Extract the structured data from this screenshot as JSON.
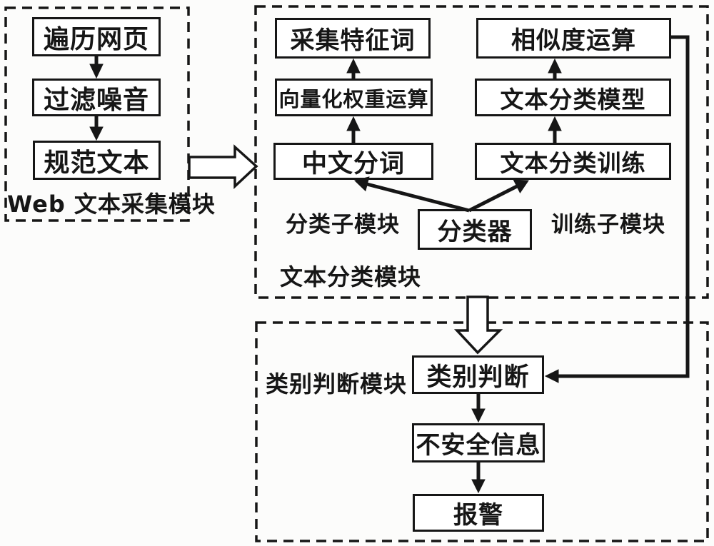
{
  "modules": {
    "web": {
      "label": "Web 文本采集模块",
      "nodes": {
        "traverse": {
          "label": "遍历网页"
        },
        "filter": {
          "label": "过滤噪音"
        },
        "normalize": {
          "label": "规范文本"
        }
      }
    },
    "classify": {
      "label": "文本分类模块",
      "left_sublabel": "分类子模块",
      "right_sublabel": "训练子模块",
      "nodes": {
        "feature_words": {
          "label": "采集特征词"
        },
        "vector_weight": {
          "label": "向量化权重运算"
        },
        "word_segment": {
          "label": "中文分词"
        },
        "similarity": {
          "label": "相似度运算"
        },
        "model": {
          "label": "文本分类模型"
        },
        "training": {
          "label": "文本分类训练"
        },
        "classifier": {
          "label": "分类器"
        }
      }
    },
    "judge": {
      "label": "类别判断模块",
      "nodes": {
        "judgment": {
          "label": "类别判断"
        },
        "unsafe_info": {
          "label": "不安全信息"
        },
        "alarm": {
          "label": "报警"
        }
      }
    }
  },
  "colors": {
    "ink": "#161616",
    "background": "#fcfcfb",
    "node_fill": "#ffffff"
  }
}
